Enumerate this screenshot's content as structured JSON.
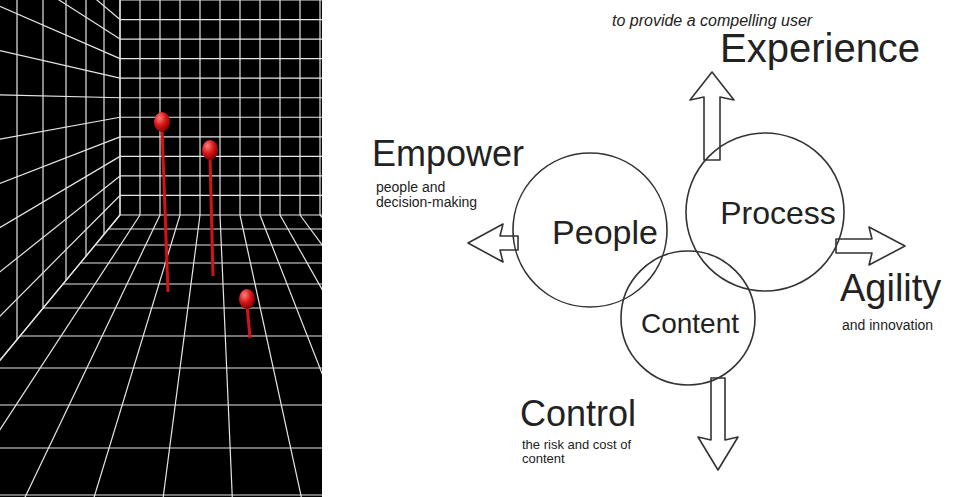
{
  "diagram": {
    "nodes": [
      {
        "text": [
          "People"
        ]
      },
      {
        "text": [
          "Process"
        ]
      },
      {
        "text": [
          "Content"
        ]
      }
    ],
    "labels": [
      "to provide a compelling user",
      "Experience",
      "Empower",
      "people and decision-making",
      "Agility",
      "and innovation",
      "Control",
      "the risk and cost of content"
    ]
  }
}
